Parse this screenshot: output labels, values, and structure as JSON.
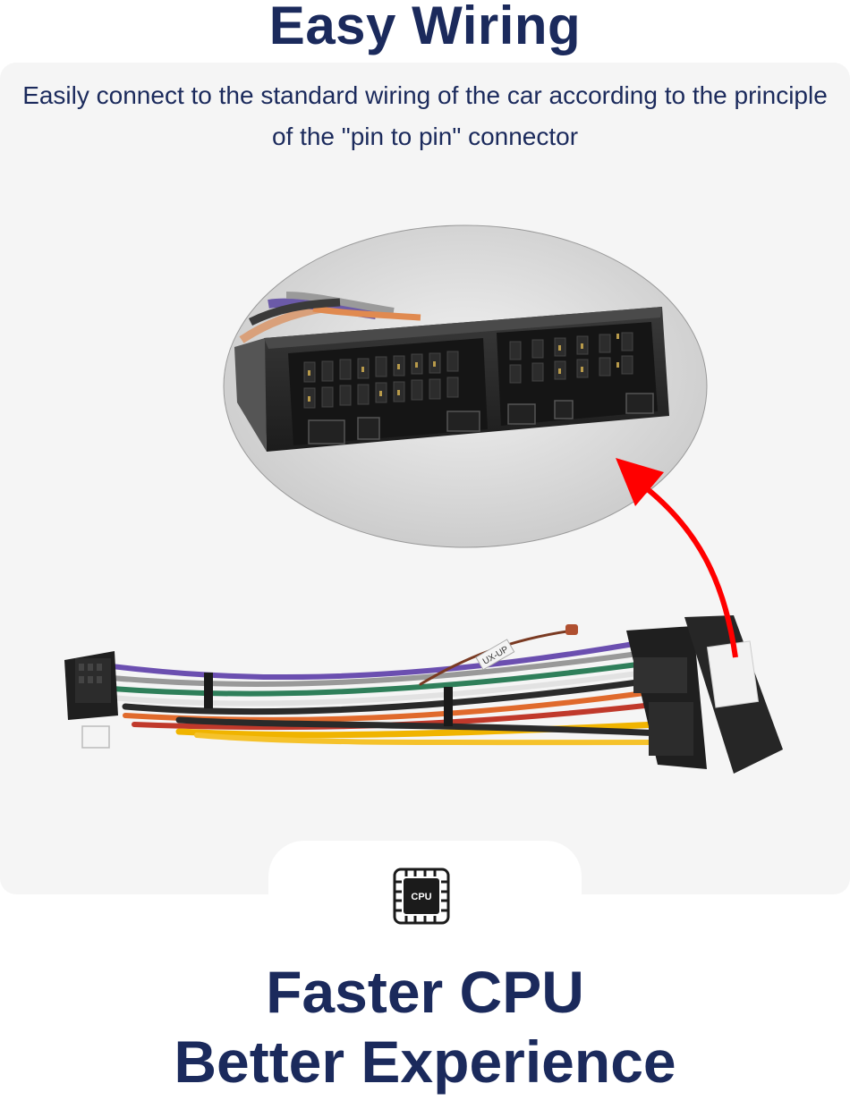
{
  "hero": {
    "title": "Easy Wiring",
    "subtitle": "Easily connect to the standard wiring of the car according to the principle of the \"pin to pin\" connector"
  },
  "illustration": {
    "connector_label": "UX-UP",
    "arrow_color": "#ff0000"
  },
  "cpu_section": {
    "icon": "cpu-chip-icon",
    "icon_text": "CPU",
    "headline_line1": "Faster CPU",
    "headline_line2": "Better Experience"
  },
  "colors": {
    "text": "#1b2a5c",
    "card_bg": "#f5f5f5",
    "accent_arrow": "#ff0000"
  }
}
